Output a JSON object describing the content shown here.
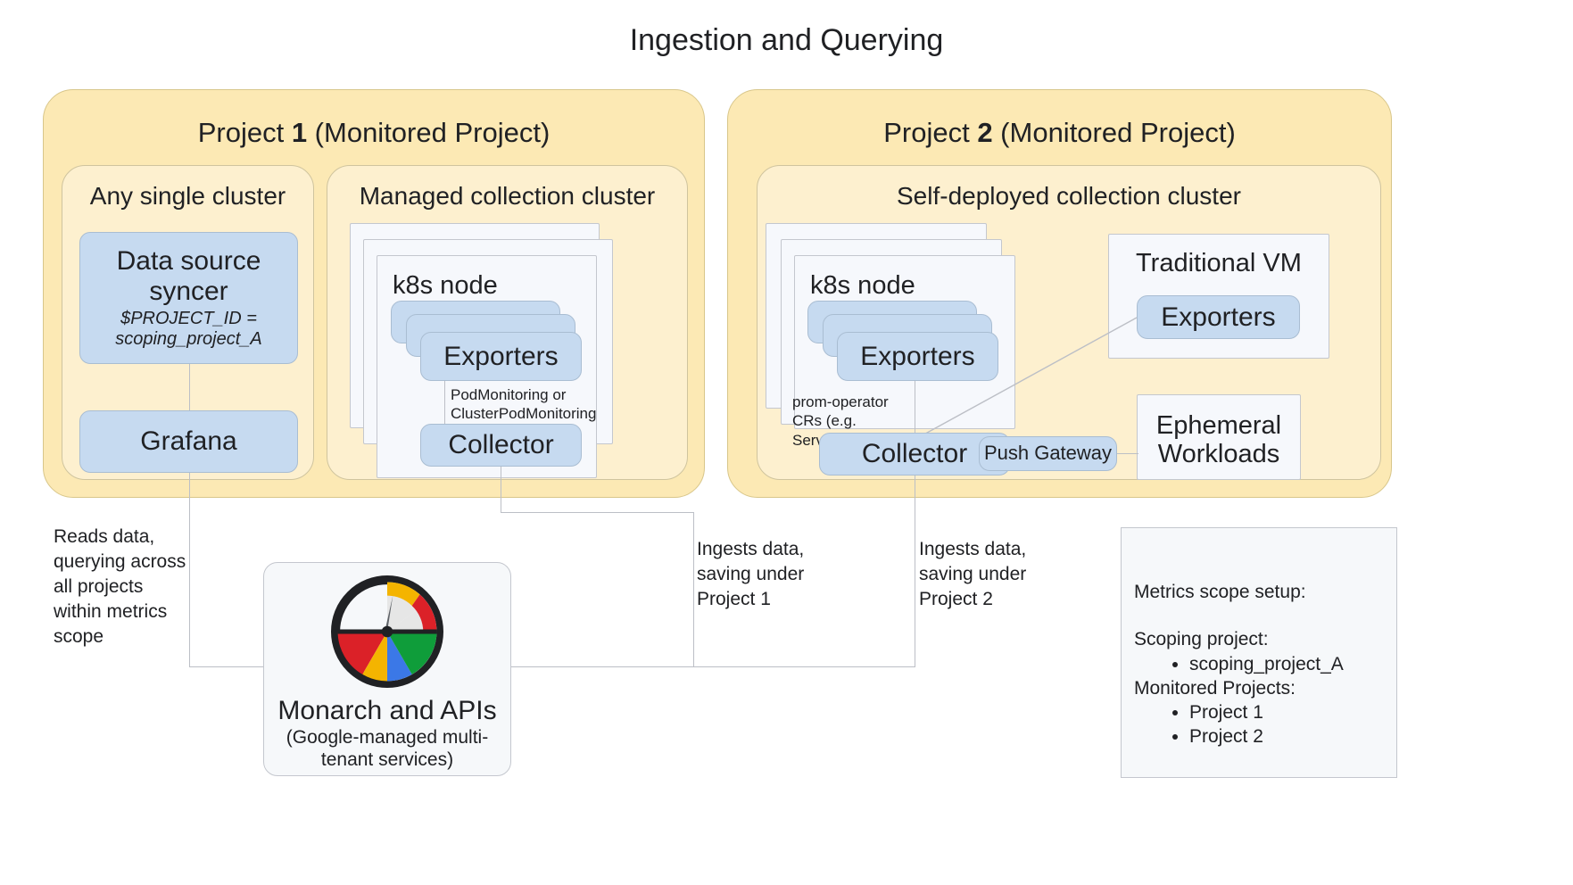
{
  "title": "Ingestion and Querying",
  "projects": [
    {
      "label_pre": "Project ",
      "label_num": "1",
      "label_post": " (Monitored Project)",
      "clusters": [
        {
          "name": "Any single cluster",
          "boxes": [
            {
              "main": "Data source syncer",
              "sub": "$PROJECT_ID = scoping_project_A"
            },
            {
              "main": "Grafana"
            }
          ]
        },
        {
          "name": "Managed collection cluster",
          "node_title": "k8s node",
          "exporters": "Exporters",
          "edge_label": "PodMonitoring or ClusterPodMonitoring",
          "collector": "Collector"
        }
      ]
    },
    {
      "label_pre": "Project ",
      "label_num": "2",
      "label_post": " (Monitored Project)",
      "clusters": [
        {
          "name": "Self-deployed collection cluster",
          "node_title": "k8s node",
          "exporters": "Exporters",
          "edge_label": "prom-operator CRs (e.g. ServiceMonitor)",
          "collector": "Collector",
          "push_gateway": "Push Gateway",
          "vm_title": "Traditional VM",
          "vm_exporters": "Exporters",
          "ephemeral_title": "Ephemeral Workloads"
        }
      ]
    }
  ],
  "monarch": {
    "title": "Monarch and APIs",
    "subtitle": "(Google-managed multi-tenant services)",
    "icon": "monarch-gauge-icon"
  },
  "annotations": {
    "reads": "Reads data, querying across all projects within metrics scope",
    "ingest1": "Ingests data, saving under Project 1",
    "ingest2": "Ingests data, saving under Project 2"
  },
  "legend": {
    "heading": "Metrics scope setup:",
    "scoping_label": "Scoping project:",
    "scoping_items": [
      "scoping_project_A"
    ],
    "monitored_label": "Monitored Projects:",
    "monitored_items": [
      "Project 1",
      "Project 2"
    ]
  },
  "colors": {
    "project_fill": "#fce9b4",
    "cluster_fill": "#fdf0cf",
    "component_fill": "#c6daf0",
    "node_fill": "#f6f8fc",
    "line": "#bcbfc6"
  }
}
